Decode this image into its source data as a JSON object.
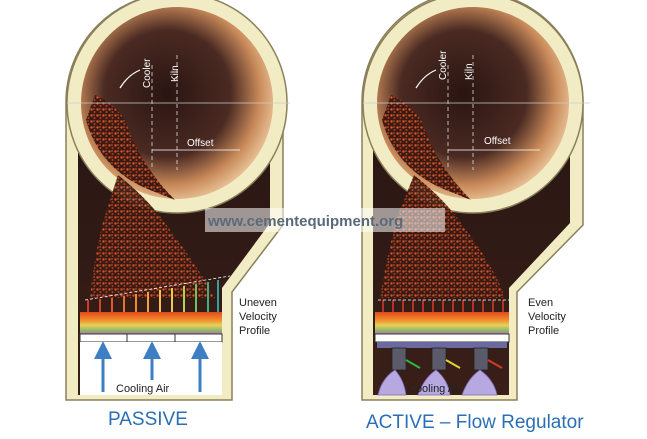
{
  "watermark": "www.cementequipment.org",
  "left": {
    "cooler_label": "Cooler",
    "kiln_label": "Kiln",
    "offset_label": "Offset",
    "profile_label": [
      "Uneven",
      "Velocity",
      "Profile"
    ],
    "air_label": "Cooling Air",
    "caption": "PASSIVE"
  },
  "right": {
    "cooler_label": "Cooler",
    "kiln_label": "Kiln",
    "offset_label": "Offset",
    "profile_label": [
      "Even",
      "Velocity",
      "Profile"
    ],
    "air_label": "Cooling Air",
    "caption": "ACTIVE – Flow Regulator"
  },
  "colors": {
    "shell": "#f2ecc4",
    "shell_edge": "#8a7f5a",
    "kiln_interior": "#3a2018",
    "clinker": "#d2461e",
    "caption": "#2a6fb5",
    "air_arrow": "#3d7fc2"
  }
}
